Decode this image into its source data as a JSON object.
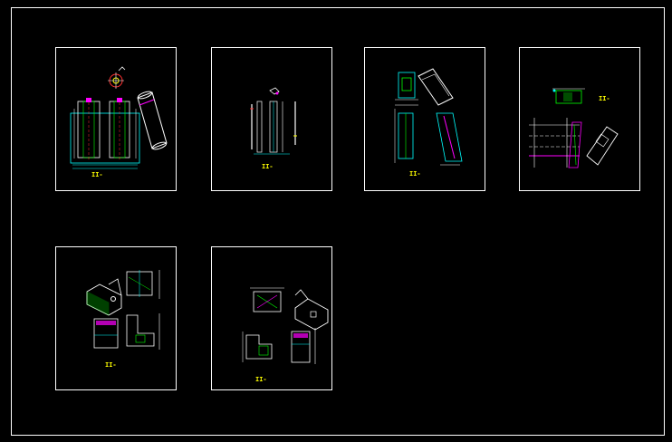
{
  "colors": {
    "background": "#000000",
    "frame": "#ffffff",
    "cyan": "#00ffff",
    "yellow": "#ffff00",
    "green": "#00ff00",
    "magenta": "#ff00ff",
    "red": "#ff3030",
    "white": "#ffffff"
  },
  "sheets": [
    {
      "id": "sheet-1",
      "label": "II-"
    },
    {
      "id": "sheet-2",
      "label": "II-"
    },
    {
      "id": "sheet-3",
      "label": "II-"
    },
    {
      "id": "sheet-4",
      "label": "II-"
    },
    {
      "id": "sheet-5",
      "label": "II-"
    },
    {
      "id": "sheet-6",
      "label": "II-"
    }
  ]
}
